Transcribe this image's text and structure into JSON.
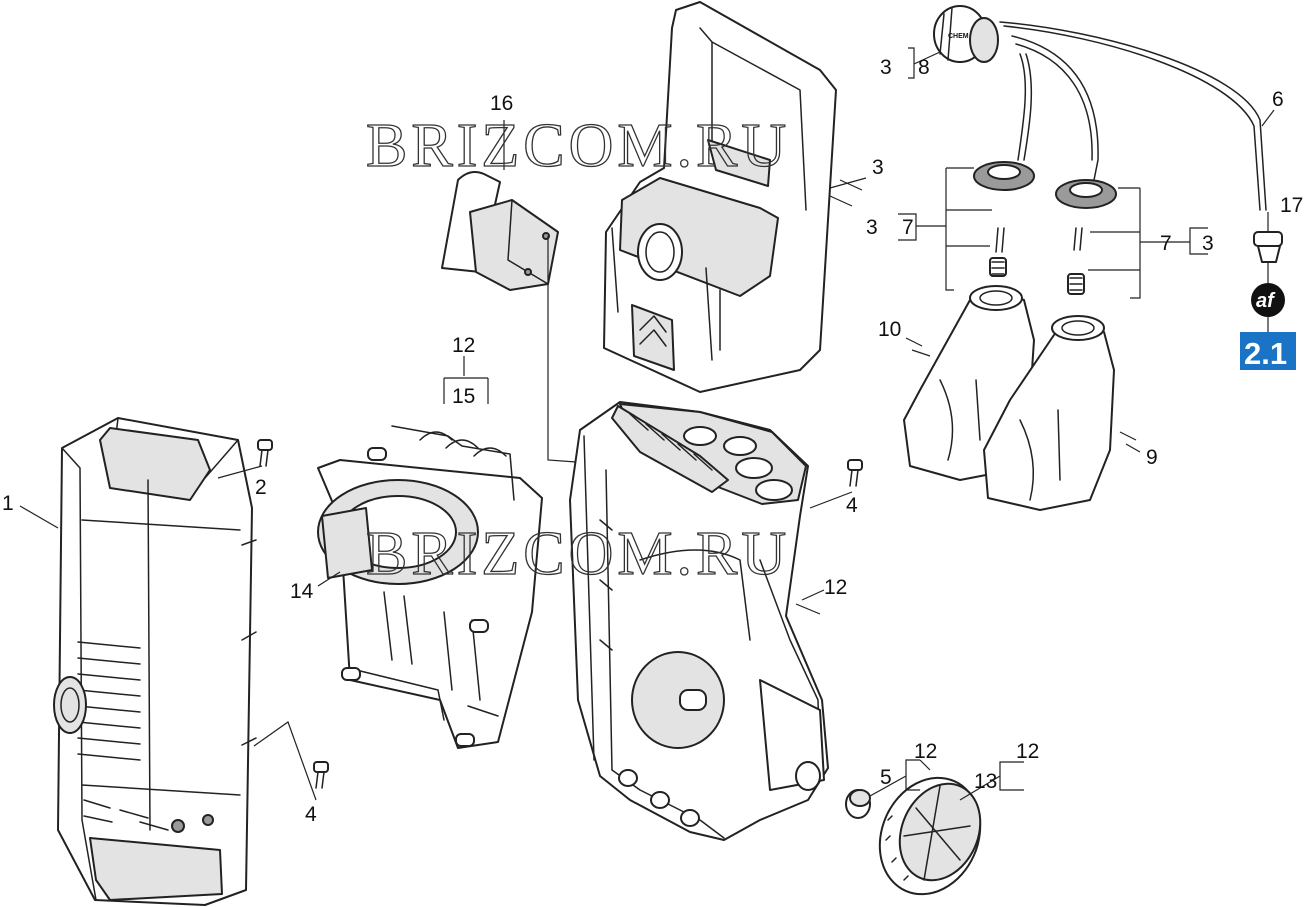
{
  "watermarks": [
    "BRIZCOM.RU",
    "BRIZCOM.RU"
  ],
  "callouts": {
    "c1": "1",
    "c2": "2",
    "c3a": "3",
    "c8": "8",
    "c16": "16",
    "c3b": "3",
    "c6": "6",
    "c3c": "3",
    "c7a": "7",
    "c7b": "7",
    "c3d": "3",
    "c17": "17",
    "c12a": "12",
    "c15": "15",
    "c10": "10",
    "c9": "9",
    "c4a": "4",
    "c14": "14",
    "c12b": "12",
    "c4b": "4",
    "c12c": "12",
    "c5": "5",
    "c12d": "12",
    "c13": "13"
  },
  "cap_label": "CHEM",
  "af_label": "af",
  "badge": {
    "text": "2.1",
    "color": "#1a73c4"
  },
  "icons": [
    "down-arrows-icon"
  ]
}
